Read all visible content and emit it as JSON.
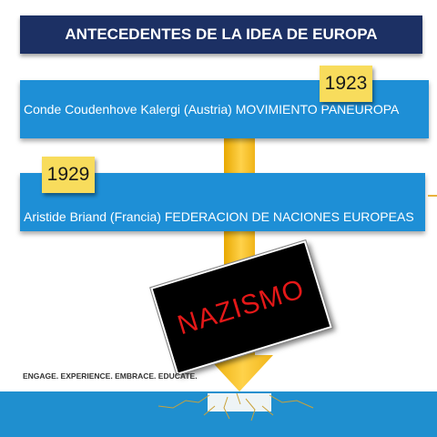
{
  "title": "ANTECEDENTES DE LA IDEA DE EUROPA",
  "events": [
    {
      "year": "1923",
      "text": "Conde Coudenhove Kalergi (Austria)  MOVIMIENTO PANEUROPA"
    },
    {
      "year": "1929",
      "text": "Aristide Briand (Francia)  FEDERACION DE NACIONES EUROPEAS"
    }
  ],
  "blocker": "NAZISMO",
  "slogan": "ENGAGE. EXPERIENCE. EMBRACE. EDUCATE.",
  "colors": {
    "title_bg": "#1c3064",
    "box_bg": "#1e8fd6",
    "tag_bg": "#f8dc5c",
    "arrow": "#f5c21f",
    "nazi_text": "#e41818",
    "ground": "#1f8fcf"
  }
}
